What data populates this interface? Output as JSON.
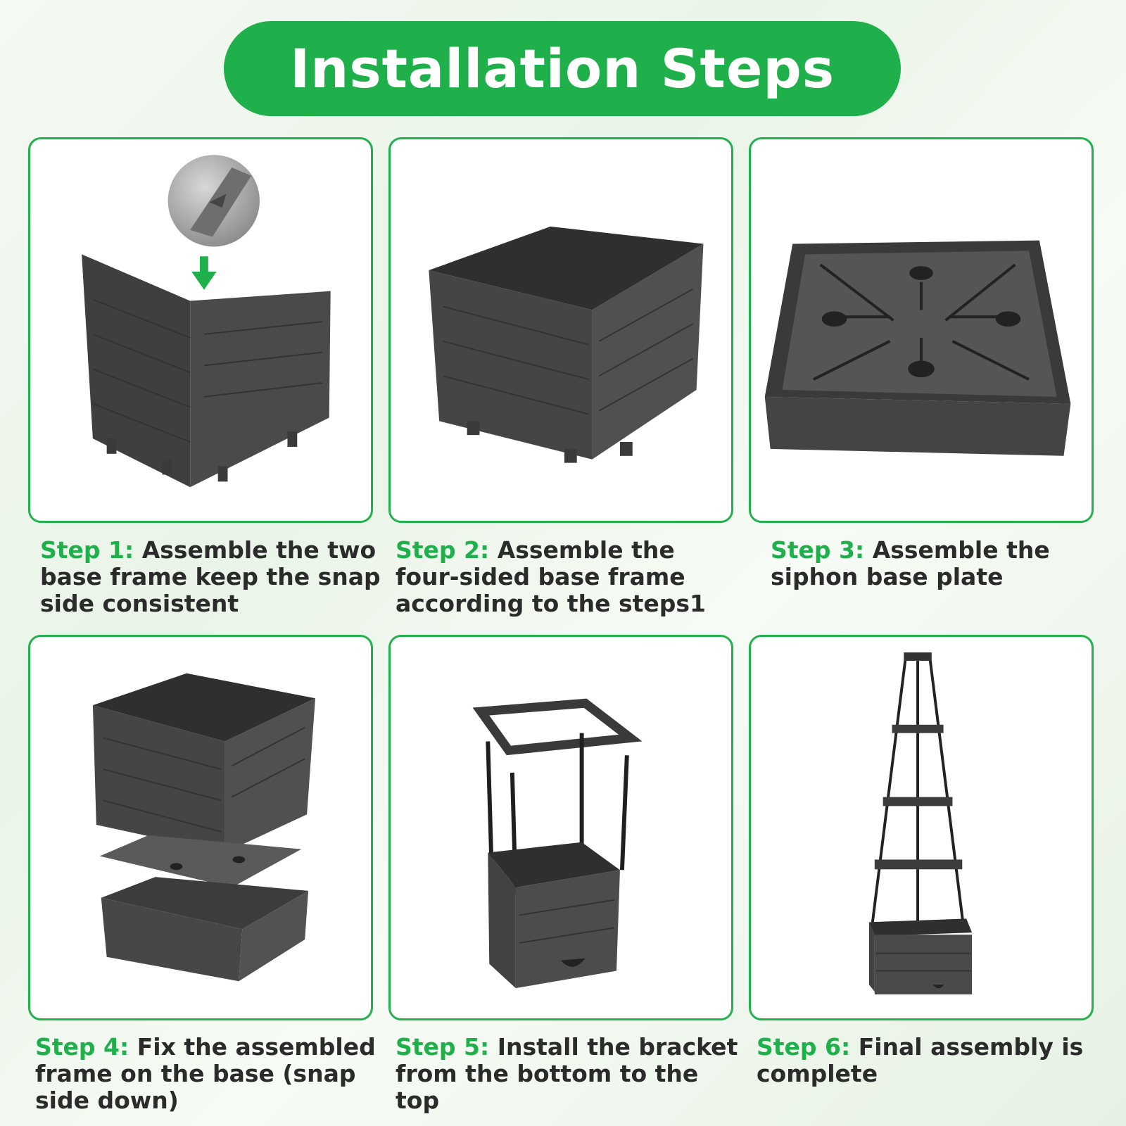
{
  "header": {
    "title": "Installation Steps"
  },
  "colors": {
    "accent": "#1fb04b",
    "frame_dark": "#3d3d3d",
    "text": "#2b2b2b"
  },
  "steps": [
    {
      "label": "Step 1:",
      "text": " Assemble the two base frame keep the snap side consistent",
      "illustration": "two-panel-corner-frame"
    },
    {
      "label": "Step 2:",
      "text": " Assemble the four-sided base frame according to the steps1",
      "illustration": "four-sided-frame"
    },
    {
      "label": "Step 3:",
      "text": " Assemble the siphon base plate",
      "illustration": "siphon-base-plate"
    },
    {
      "label": "Step 4:",
      "text": " Fix the assembled frame on the base (snap side down)",
      "illustration": "exploded-frame-on-base"
    },
    {
      "label": "Step 5:",
      "text": " Install the bracket from the bottom to the top",
      "illustration": "bracket-installation"
    },
    {
      "label": "Step 6:",
      "text": " Final assembly is complete",
      "illustration": "complete-tower-planter"
    }
  ]
}
